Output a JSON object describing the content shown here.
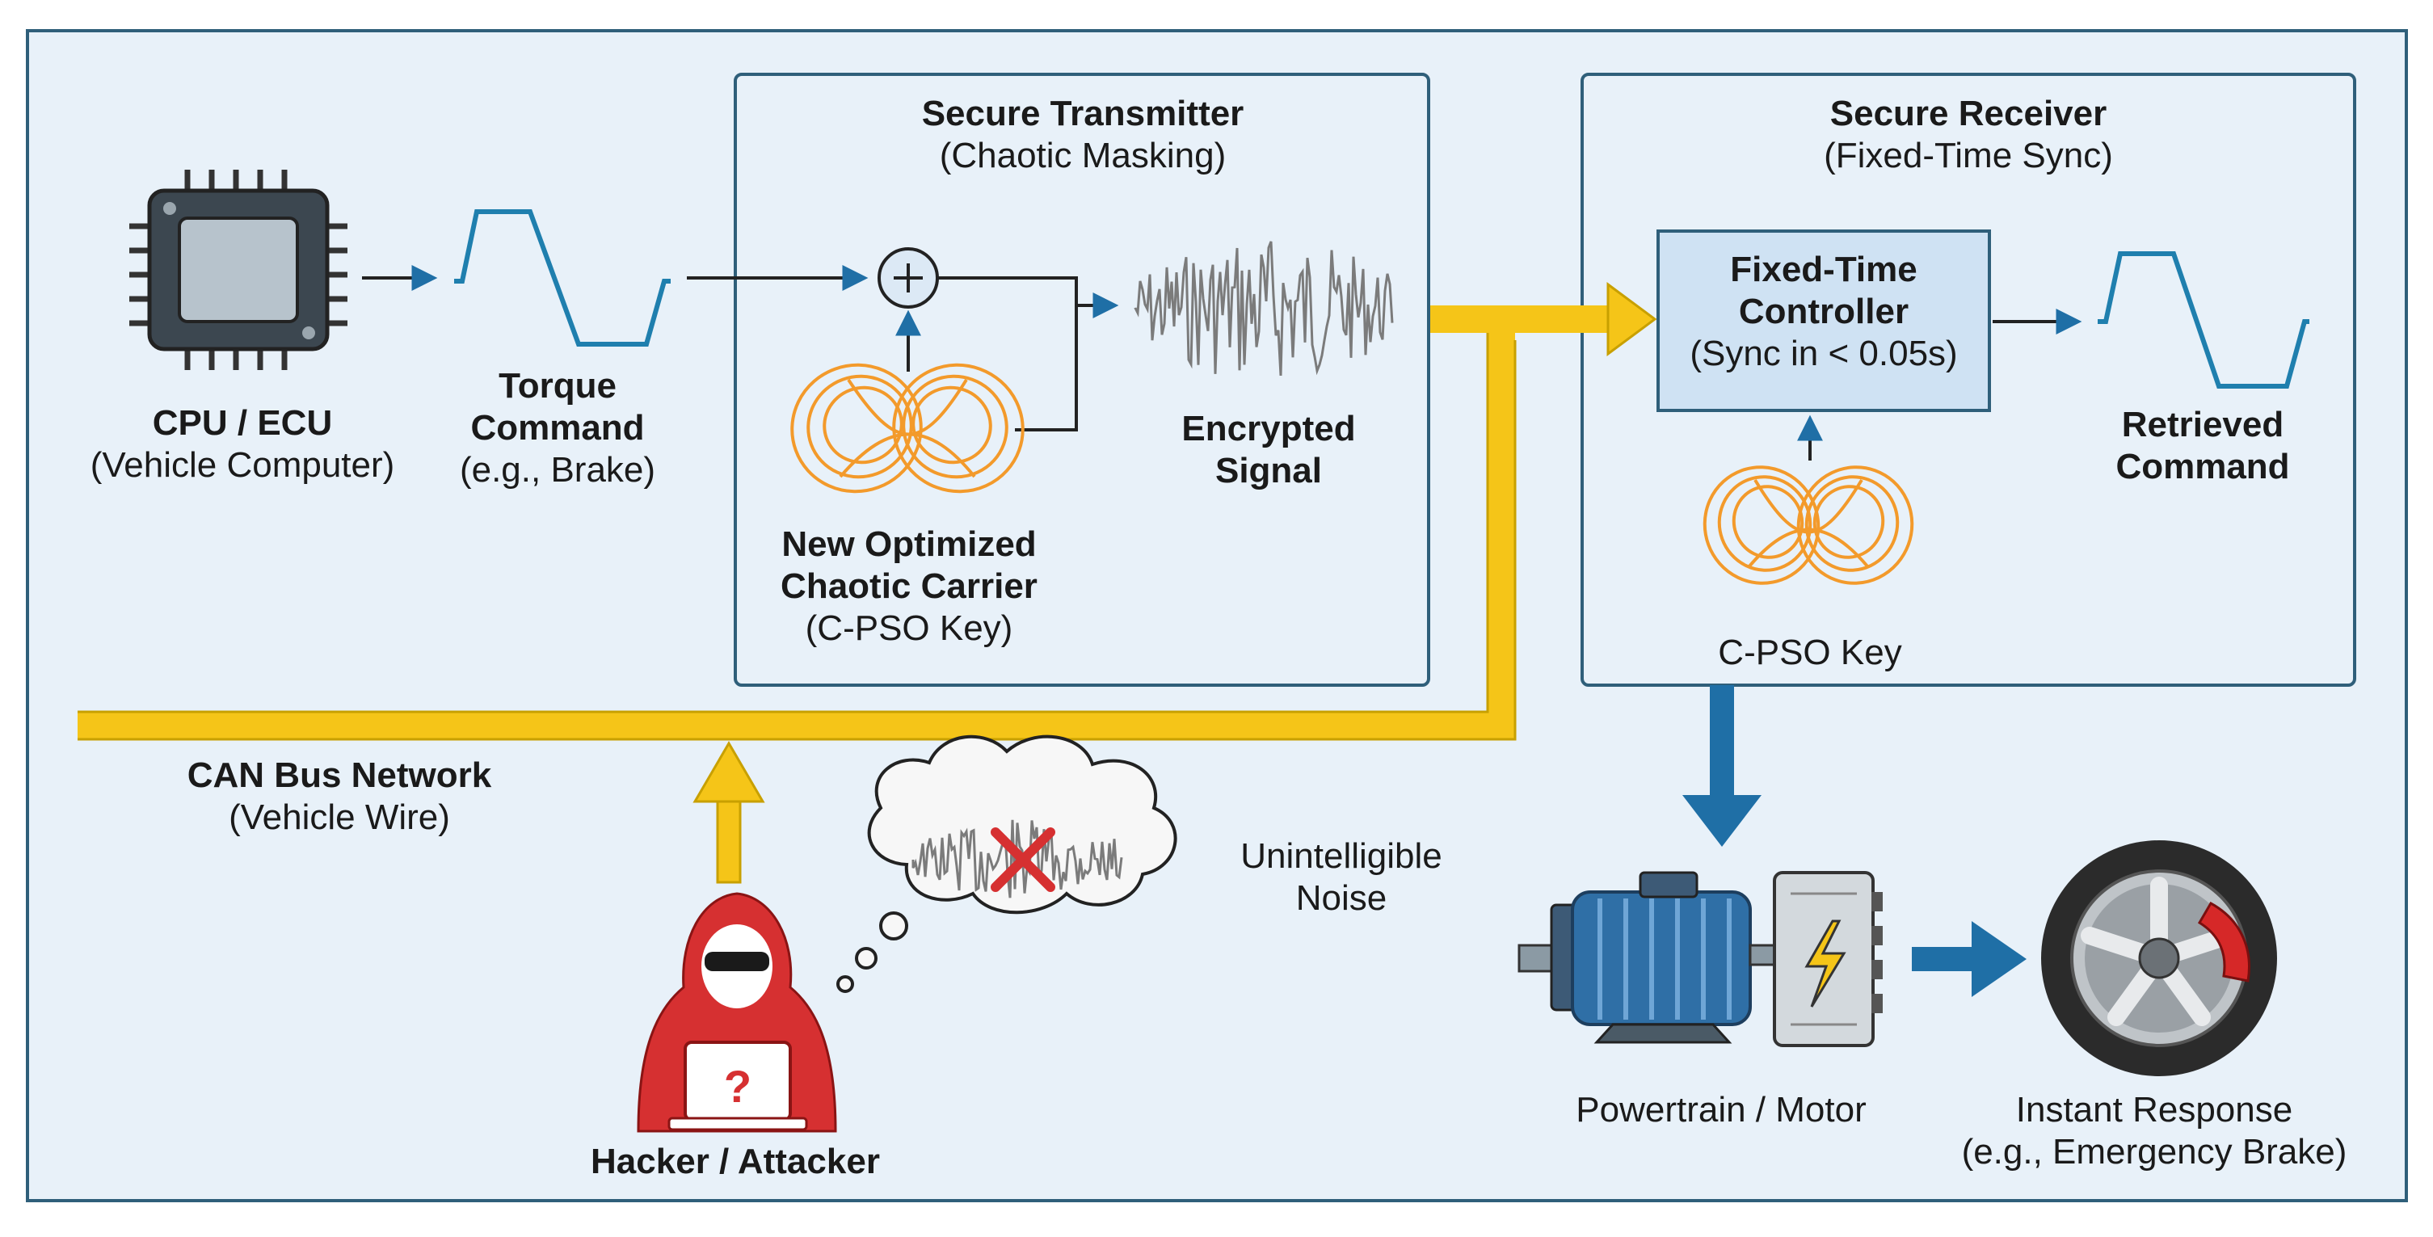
{
  "colors": {
    "background": "#e8f1f9",
    "frame_border": "#2f5f7a",
    "box_border": "#2f5f7a",
    "can_bus": "#f5c518",
    "arrow_blue": "#1f6fa6",
    "chaos_orange": "#f39a2b",
    "noise_gray": "#8a8a8a",
    "hacker_red": "#d63031",
    "controller_fill": "#cfe2f3"
  },
  "cpu": {
    "title": "CPU / ECU",
    "subtitle": "(Vehicle Computer)",
    "icon": "cpu-chip-icon"
  },
  "torque": {
    "line1": "Torque",
    "line2": "Command",
    "subtitle": "(e.g., Brake)"
  },
  "transmitter": {
    "title": "Secure Transmitter",
    "subtitle": "(Chaotic Masking)",
    "carrier_line1": "New Optimized",
    "carrier_line2": "Chaotic Carrier",
    "carrier_sub": "(C-PSO Key)",
    "encrypted_line1": "Encrypted",
    "encrypted_line2": "Signal",
    "adder_symbol": "+"
  },
  "receiver": {
    "title": "Secure Receiver",
    "subtitle": "(Fixed-Time Sync)",
    "controller_line1": "Fixed-Time",
    "controller_line2": "Controller",
    "controller_sub": "(Sync in < 0.05s)",
    "key_label": "C-PSO Key",
    "retrieved_line1": "Retrieved",
    "retrieved_line2": "Command"
  },
  "can_bus": {
    "title": "CAN Bus Network",
    "subtitle": "(Vehicle Wire)"
  },
  "hacker": {
    "label": "Hacker / Attacker",
    "thought_line1": "Unintelligible",
    "thought_line2": "Noise",
    "laptop_symbol": "?"
  },
  "powertrain": {
    "label": "Powertrain / Motor"
  },
  "response": {
    "line1": "Instant Response",
    "line2": "(e.g., Emergency Brake)"
  }
}
